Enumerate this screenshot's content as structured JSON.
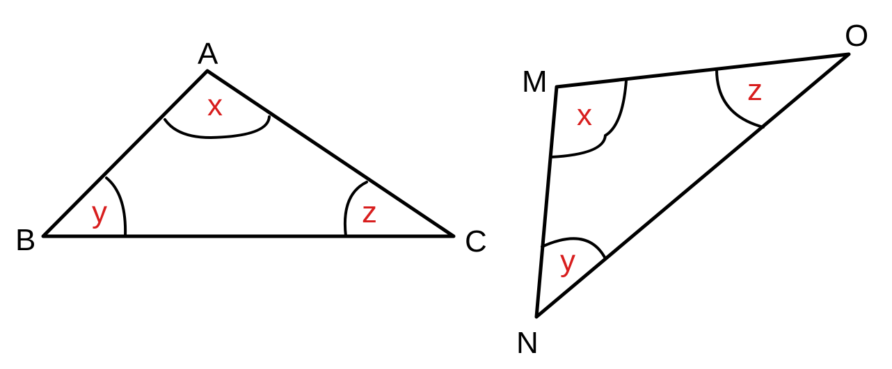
{
  "triangle_abc": {
    "vertices": {
      "A": "A",
      "B": "B",
      "C": "C"
    },
    "angles": {
      "A": "x",
      "B": "y",
      "C": "z"
    }
  },
  "triangle_mno": {
    "vertices": {
      "M": "M",
      "N": "N",
      "O": "O"
    },
    "angles": {
      "M": "x",
      "N": "y",
      "O": "z"
    }
  },
  "colors": {
    "angle_label": "#d81e1e",
    "lines": "#000000"
  }
}
